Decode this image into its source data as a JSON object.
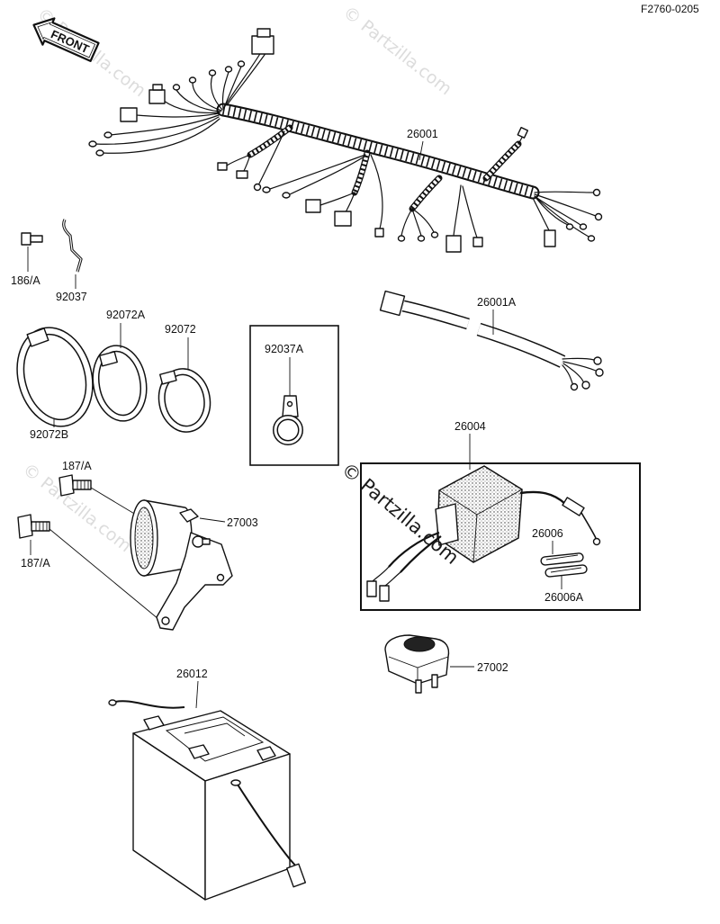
{
  "diagram_code": "F2760-0205",
  "front_arrow_label": "FRONT",
  "watermark": "© Partzilla.com",
  "parts": {
    "harness": "26001",
    "bolt_186": "186/A",
    "clip_92037": "92037",
    "band_92072A": "92072A",
    "band_92072": "92072",
    "band_92072B": "92072B",
    "sub_harness": "26001A",
    "clamp_92037A": "92037A",
    "regulator": "26004",
    "bolt_187_upper": "187/A",
    "bolt_187_lower": "187/A",
    "horn": "27003",
    "fuse_26006": "26006",
    "fuse_26006A": "26006A",
    "switch_27002": "27002",
    "battery": "26012"
  }
}
